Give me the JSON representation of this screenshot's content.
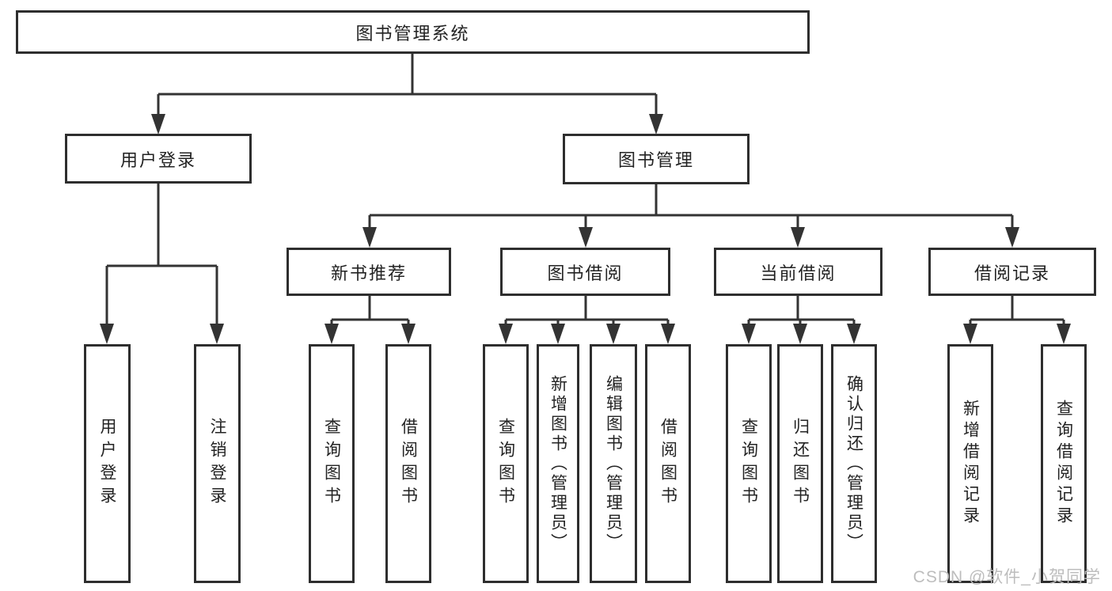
{
  "tree": {
    "root": {
      "label": "图书管理系统"
    },
    "branches": [
      {
        "label": "用户登录",
        "children": [
          {
            "label": "用户登录"
          },
          {
            "label": "注销登录"
          }
        ]
      },
      {
        "label": "图书管理",
        "children": [
          {
            "label": "新书推荐",
            "children": [
              {
                "label": "查询图书"
              },
              {
                "label": "借阅图书"
              }
            ]
          },
          {
            "label": "图书借阅",
            "children": [
              {
                "label": "查询图书"
              },
              {
                "label": "新增图书（管理员）"
              },
              {
                "label": "编辑图书（管理员）"
              },
              {
                "label": "借阅图书"
              }
            ]
          },
          {
            "label": "当前借阅",
            "children": [
              {
                "label": "查询图书"
              },
              {
                "label": "归还图书"
              },
              {
                "label": "确认归还（管理员）"
              }
            ]
          },
          {
            "label": "借阅记录",
            "children": [
              {
                "label": "新增借阅记录"
              },
              {
                "label": "查询借阅记录"
              }
            ]
          }
        ]
      }
    ]
  },
  "watermark": {
    "text": "CSDN @软件_小贺同学"
  },
  "colors": {
    "line": "#333333",
    "box_border": "#2e2e2e",
    "text": "#232323",
    "background": "#ffffff",
    "watermark": "#bdbdbd"
  }
}
